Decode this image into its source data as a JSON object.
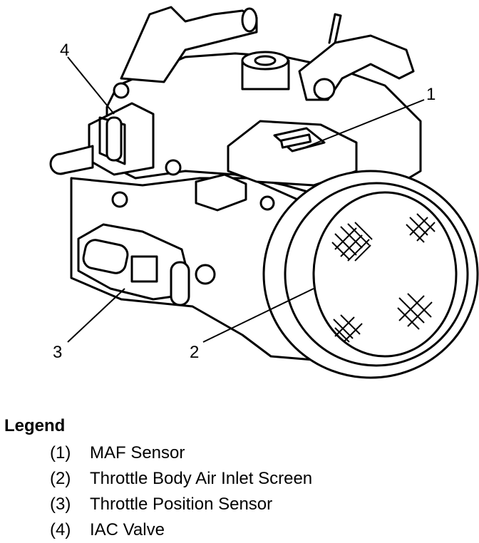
{
  "callouts": {
    "c1": "1",
    "c2": "2",
    "c3": "3",
    "c4": "4"
  },
  "legend": {
    "title": "Legend",
    "items": [
      {
        "num": "(1)",
        "label": "MAF Sensor"
      },
      {
        "num": "(2)",
        "label": "Throttle Body Air Inlet Screen"
      },
      {
        "num": "(3)",
        "label": "Throttle Position Sensor"
      },
      {
        "num": "(4)",
        "label": "IAC Valve"
      }
    ]
  }
}
